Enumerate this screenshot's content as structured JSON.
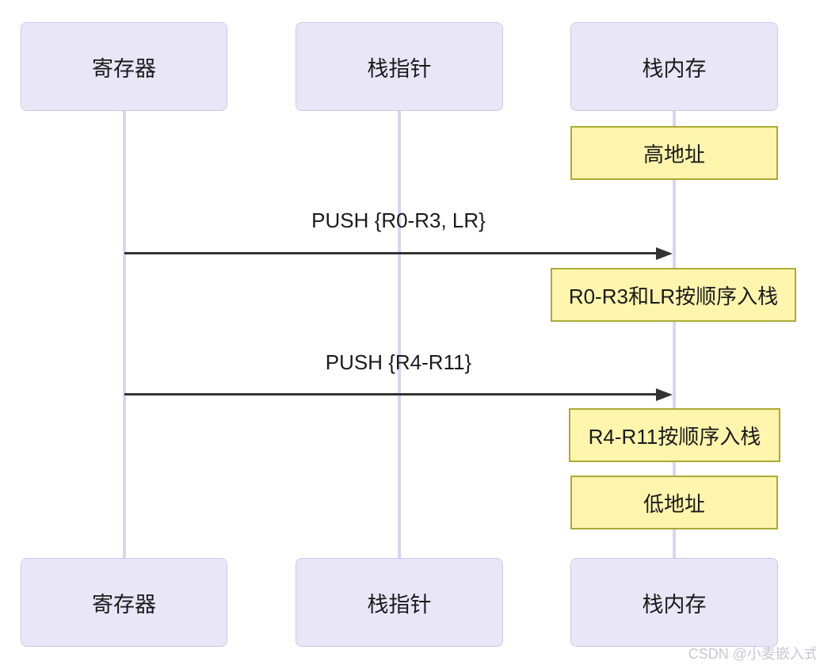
{
  "colors": {
    "actor-fill": "#E9E6F8",
    "actor-border": "#CFC6E8",
    "lifeline": "#DCD3F2",
    "note-fill": "#FFF5AD",
    "note-border": "#AAAA33",
    "arrow": "#333333",
    "text": "#1A1A1A",
    "watermark": "#C9C6D2"
  },
  "actors": [
    {
      "id": "registers",
      "label": "寄存器"
    },
    {
      "id": "stack-pointer",
      "label": "栈指针"
    },
    {
      "id": "stack-memory",
      "label": "栈内存"
    }
  ],
  "messages": [
    {
      "from": "registers",
      "to": "stack-memory",
      "label": "PUSH {R0-R3, LR}"
    },
    {
      "from": "registers",
      "to": "stack-memory",
      "label": "PUSH {R4-R11}"
    }
  ],
  "notes": [
    {
      "over": "stack-memory",
      "label": "高地址"
    },
    {
      "over": "stack-memory",
      "label": "R0-R3和LR按顺序入栈"
    },
    {
      "over": "stack-memory",
      "label": "R4-R11按顺序入栈"
    },
    {
      "over": "stack-memory",
      "label": "低地址"
    }
  ],
  "watermark": {
    "text": "CSDN @小麦嵌入式"
  }
}
